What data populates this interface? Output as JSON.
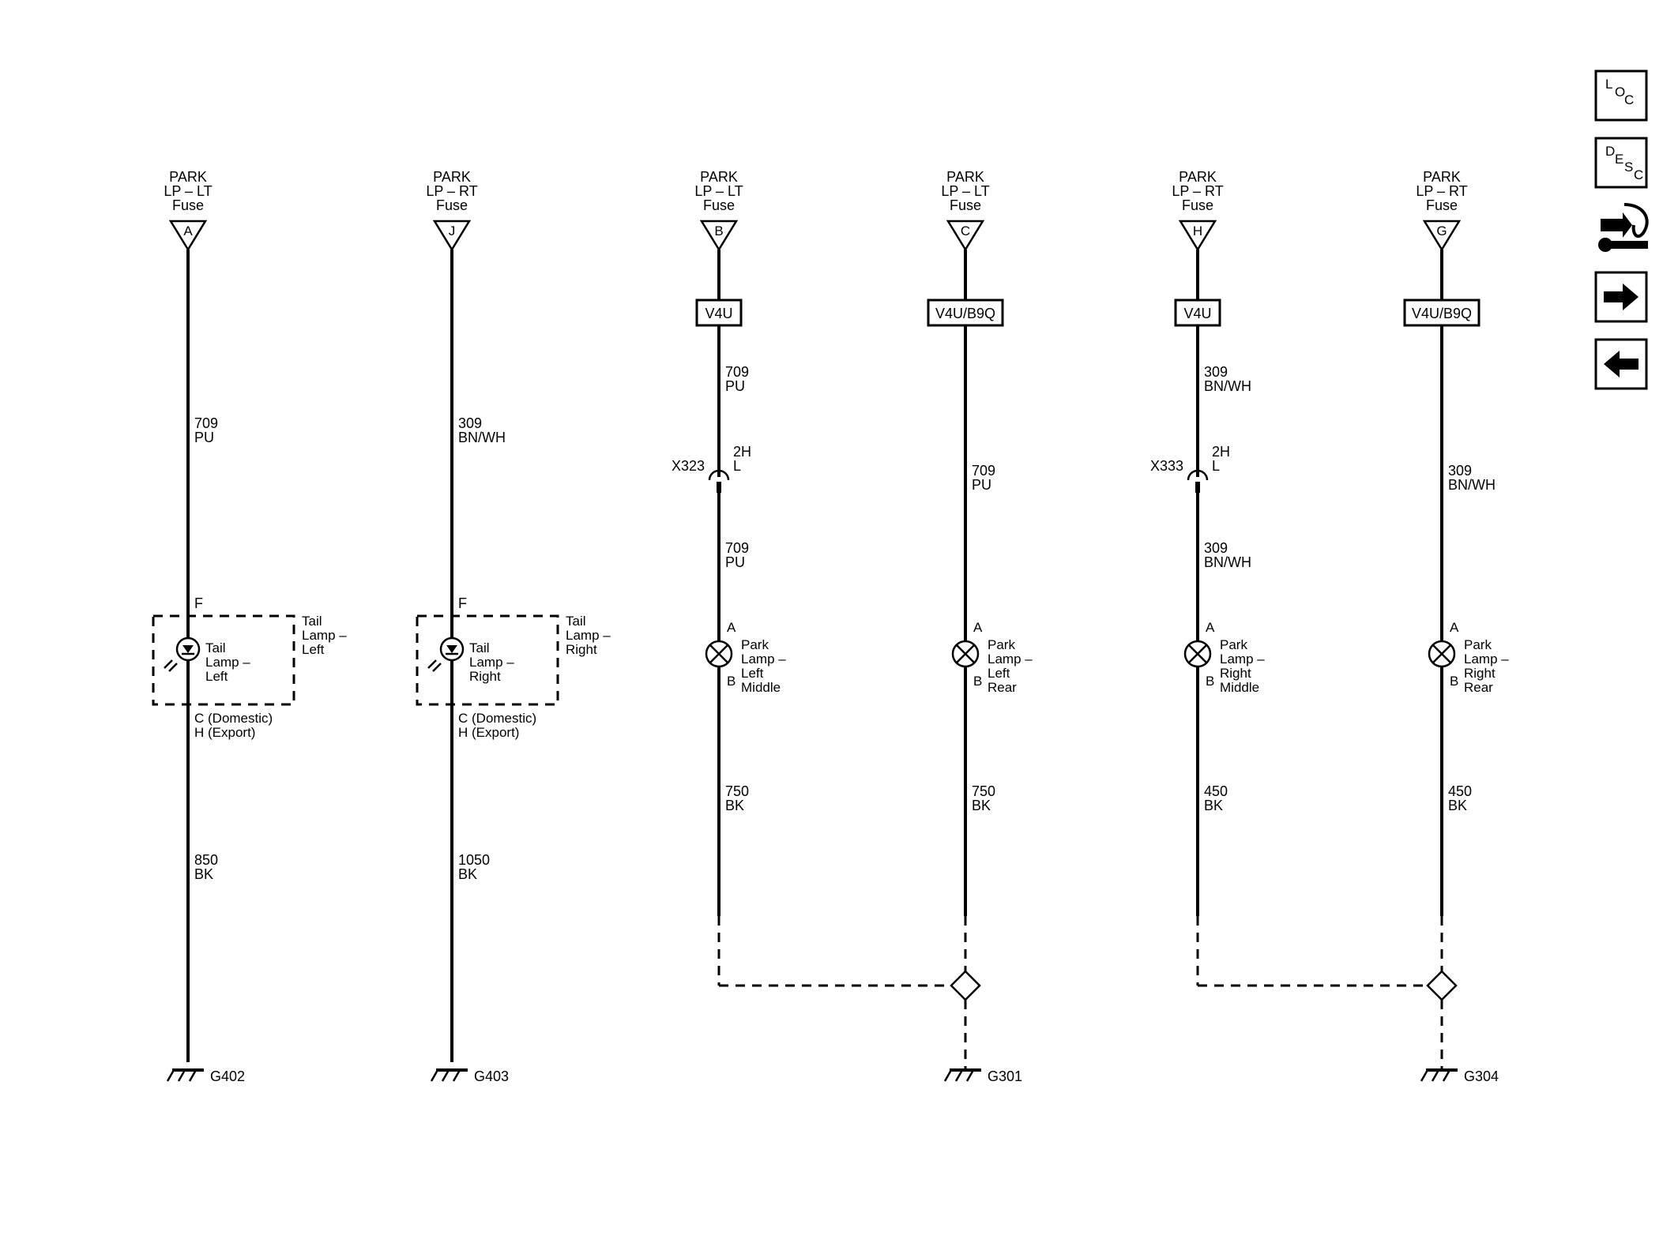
{
  "circuits": [
    {
      "id": "tail-left",
      "fuse": [
        "PARK",
        "LP – LT",
        "Fuse"
      ],
      "terminal": "A",
      "option": "",
      "wire_upper": [
        "709",
        "PU"
      ],
      "inline_connector": null,
      "wire_mid": null,
      "lamp_type": "tail",
      "lamp_inner": [
        "Tail",
        "Lamp –",
        "Left"
      ],
      "lamp_outer": [
        "Tail",
        "Lamp –",
        "Left"
      ],
      "pin_top": "F",
      "pin_bottom": [
        "C (Domestic)",
        "H (Export)"
      ],
      "wire_lower": [
        "850",
        "BK"
      ],
      "ground": "G402"
    },
    {
      "id": "tail-right",
      "fuse": [
        "PARK",
        "LP – RT",
        "Fuse"
      ],
      "terminal": "J",
      "option": "",
      "wire_upper": [
        "309",
        "BN/WH"
      ],
      "inline_connector": null,
      "wire_mid": null,
      "lamp_type": "tail",
      "lamp_inner": [
        "Tail",
        "Lamp –",
        "Right"
      ],
      "lamp_outer": [
        "Tail",
        "Lamp –",
        "Right"
      ],
      "pin_top": "F",
      "pin_bottom": [
        "C (Domestic)",
        "H (Export)"
      ],
      "wire_lower": [
        "1050",
        "BK"
      ],
      "ground": "G403"
    },
    {
      "id": "park-left-middle",
      "fuse": [
        "PARK",
        "LP – LT",
        "Fuse"
      ],
      "terminal": "B",
      "option": "V4U",
      "wire_upper": [
        "709",
        "PU"
      ],
      "inline_connector": {
        "name": "X323",
        "pin": [
          "2H",
          "L"
        ]
      },
      "wire_mid": [
        "709",
        "PU"
      ],
      "lamp_type": "park",
      "lamp_label": [
        "Park",
        "Lamp –",
        "Left",
        "Middle"
      ],
      "pin_top": "A",
      "pin_b": "B",
      "wire_lower": [
        "750",
        "BK"
      ],
      "ground": ""
    },
    {
      "id": "park-left-rear",
      "fuse": [
        "PARK",
        "LP – LT",
        "Fuse"
      ],
      "terminal": "C",
      "option": "V4U/B9Q",
      "wire_upper": [
        "709",
        "PU"
      ],
      "inline_connector": null,
      "wire_mid": null,
      "lamp_type": "park",
      "lamp_label": [
        "Park",
        "Lamp –",
        "Left",
        "Rear"
      ],
      "pin_top": "A",
      "pin_b": "B",
      "wire_lower": [
        "750",
        "BK"
      ],
      "ground": "G301"
    },
    {
      "id": "park-right-middle",
      "fuse": [
        "PARK",
        "LP – RT",
        "Fuse"
      ],
      "terminal": "H",
      "option": "V4U",
      "wire_upper": [
        "309",
        "BN/WH"
      ],
      "inline_connector": {
        "name": "X333",
        "pin": [
          "2H",
          "L"
        ]
      },
      "wire_mid": [
        "309",
        "BN/WH"
      ],
      "lamp_type": "park",
      "lamp_label": [
        "Park",
        "Lamp –",
        "Right",
        "Middle"
      ],
      "pin_top": "A",
      "pin_b": "B",
      "wire_lower": [
        "450",
        "BK"
      ],
      "ground": ""
    },
    {
      "id": "park-right-rear",
      "fuse": [
        "PARK",
        "LP – RT",
        "Fuse"
      ],
      "terminal": "G",
      "option": "V4U/B9Q",
      "wire_upper": [
        "309",
        "BN/WH"
      ],
      "inline_connector": null,
      "wire_mid": null,
      "lamp_type": "park",
      "lamp_label": [
        "Park",
        "Lamp –",
        "Right",
        "Rear"
      ],
      "pin_top": "A",
      "pin_b": "B",
      "wire_lower": [
        "450",
        "BK"
      ],
      "ground": "G304"
    }
  ],
  "nav_buttons": [
    {
      "name": "loc-button",
      "letters": [
        "L",
        "O",
        "C"
      ]
    },
    {
      "name": "desc-button",
      "letters": [
        "D",
        "E",
        "S",
        "C"
      ]
    },
    {
      "name": "connector-view-button",
      "icon": "connector-wrench-icon"
    },
    {
      "name": "next-page-button",
      "icon": "arrow-right-icon"
    },
    {
      "name": "previous-page-button",
      "icon": "arrow-left-icon"
    }
  ]
}
